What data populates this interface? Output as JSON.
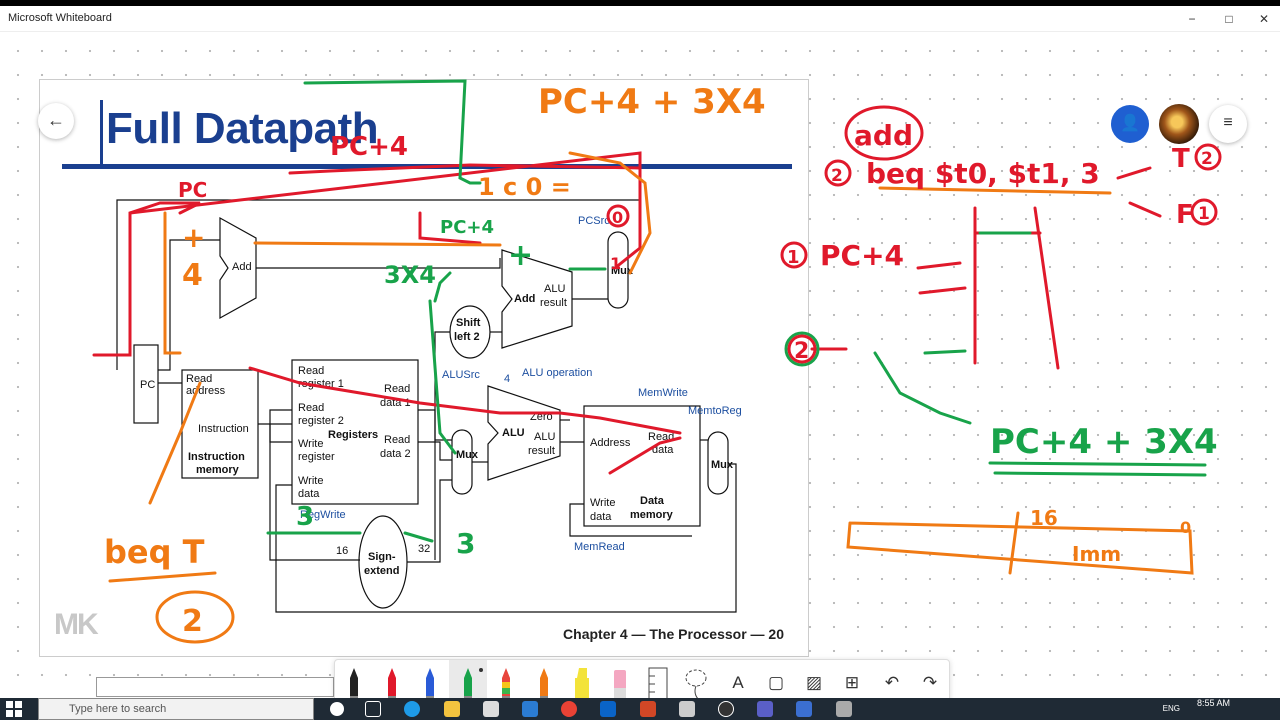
{
  "window": {
    "title": "Microsoft Whiteboard",
    "controls": {
      "minimize": "−",
      "maximize": "□",
      "close": "✕"
    }
  },
  "slide": {
    "title": "Full Datapath",
    "footer": "Chapter 4 — The Processor — 20",
    "logo": "MK",
    "datapath_labels": {
      "add1": "Add",
      "pcsrc": "PCSrc",
      "alu_add": "Add",
      "alu_result": "ALU",
      "alu_result2": "result",
      "shift": "Shift",
      "shift2": "left 2",
      "alu_op": "ALU operation",
      "alusrc": "ALUSrc",
      "four": "4",
      "memwrite": "MemWrite",
      "memtoreg": "MemtoReg",
      "read_addr": "Read",
      "read_addr2": "address",
      "instruction": "Instruction",
      "instr_mem": "Instruction",
      "instr_mem2": "memory",
      "read_reg1": "Read",
      "read_reg1b": "register 1",
      "read_reg2": "Read",
      "read_reg2b": "register 2",
      "write_reg": "Write",
      "write_reg2": "register",
      "write_data": "Write",
      "write_data2": "data",
      "registers": "Registers",
      "read_data1": "Read",
      "read_data1b": "data 1",
      "read_data2": "Read",
      "read_data2b": "data 2",
      "regwrite": "RegWrite",
      "sixteen": "16",
      "thirtytwo": "32",
      "sign": "Sign-",
      "extend": "extend",
      "zero": "Zero",
      "alu": "ALU",
      "alu_res1": "ALU",
      "alu_res2": "result",
      "address": "Address",
      "dm_read": "Read",
      "dm_read2": "data",
      "dm_write": "Write",
      "dm_write2": "data",
      "data_mem": "Data",
      "data_mem2": "memory",
      "memread": "MemRead",
      "mux": "Mux",
      "pc": "PC"
    }
  },
  "ink": {
    "pc4_3x4_top": "PC+4 + 3X4",
    "pc4_slide": "PC+4",
    "pc_label": "PC",
    "plus4_a": "+",
    "plus4_b": "4",
    "one_c_zero": "1 c 0 =",
    "pc4_mid": "PC+4",
    "plus_add": "+",
    "three_x_four": "3X4",
    "mux_zero": "0",
    "mux_one": "1",
    "beq_t": "beq T",
    "two_circ": "2",
    "three_a": "3",
    "three_b": "3",
    "add_word": "add",
    "beq_line": "beq $t0, $t1, 3",
    "t_label": "T",
    "f_label": "F",
    "c2": "2",
    "c1": "1",
    "one_circ": "1",
    "pc4_right": "PC+4",
    "two_circ_right": "2",
    "pc4_3x4_right": "PC+4 + 3X4",
    "sixteen": "16",
    "zero_small": "0",
    "imm": "Imm"
  },
  "controls": {
    "back": "←",
    "invite": "👤",
    "menu": "≡"
  },
  "toolbar": {
    "tools": [
      "black-pen",
      "red-pen",
      "blue-pen",
      "green-pen",
      "rainbow-pen",
      "orange-pen",
      "highlighter",
      "eraser",
      "ruler",
      "lasso"
    ],
    "text_tool": "A",
    "note_tool": "▢",
    "image_tool": "▨",
    "insert_tool": "⊞",
    "undo": "↶",
    "redo": "↷"
  },
  "taskbar": {
    "search_placeholder": "Type here to search",
    "time": "8:55 AM",
    "lang": "ENG"
  },
  "colors": {
    "ink_red": "#e0192b",
    "ink_orange": "#f07a14",
    "ink_green": "#18a34a",
    "slide_blue": "#1a3f8f"
  }
}
